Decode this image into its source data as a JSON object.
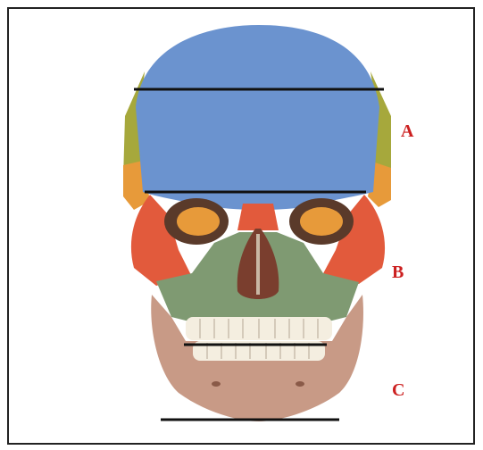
{
  "figure": {
    "labels": {
      "a": "A",
      "b": "B",
      "c": "C"
    },
    "colors": {
      "frontal": "#6b93cf",
      "parietal": "#a6a83c",
      "temporal": "#e79a3a",
      "zygomatic": "#e25a3c",
      "maxilla": "#7f9a72",
      "nasal_cavity": "#7a3e2e",
      "mandible": "#c89a86",
      "teeth": "#f4eee0",
      "label_text": "#cc2020",
      "lines": "#111111"
    }
  }
}
